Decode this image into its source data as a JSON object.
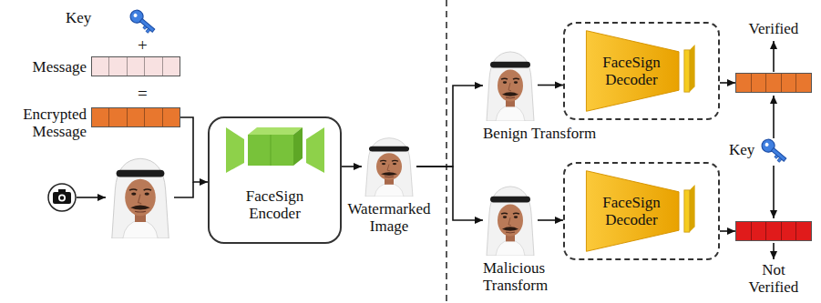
{
  "diagram": {
    "nodes": [
      {
        "text": [
          "Message"
        ]
      },
      {
        "text": [
          "Encrypted Message"
        ]
      },
      {
        "text": [
          "FaceSign Encoder"
        ]
      },
      {
        "text": [
          "Watermarked Image"
        ]
      },
      {
        "text": [
          "Benign Transform"
        ]
      },
      {
        "text": [
          "FaceSign Decoder"
        ]
      },
      {
        "text": [
          "Verified"
        ]
      },
      {
        "text": [
          "Malicious Transform"
        ]
      },
      {
        "text": [
          "FaceSign Decoder"
        ]
      },
      {
        "text": [
          "Not Verified"
        ]
      }
    ],
    "edges": [
      {
        "from": 1,
        "to": 2,
        "arrow": "to"
      },
      {
        "from": 2,
        "to": 3,
        "arrow": "to"
      },
      {
        "from": 3,
        "to": 4,
        "arrow": "to"
      },
      {
        "from": 3,
        "to": 7,
        "arrow": "to"
      },
      {
        "from": 4,
        "to": 5,
        "arrow": "to"
      },
      {
        "from": 5,
        "to": 6,
        "arrow": "to"
      },
      {
        "from": 7,
        "to": 8,
        "arrow": "to"
      },
      {
        "from": 8,
        "to": 9,
        "arrow": "to"
      }
    ],
    "labels": [
      "Key",
      "+",
      "=",
      "Key"
    ]
  }
}
